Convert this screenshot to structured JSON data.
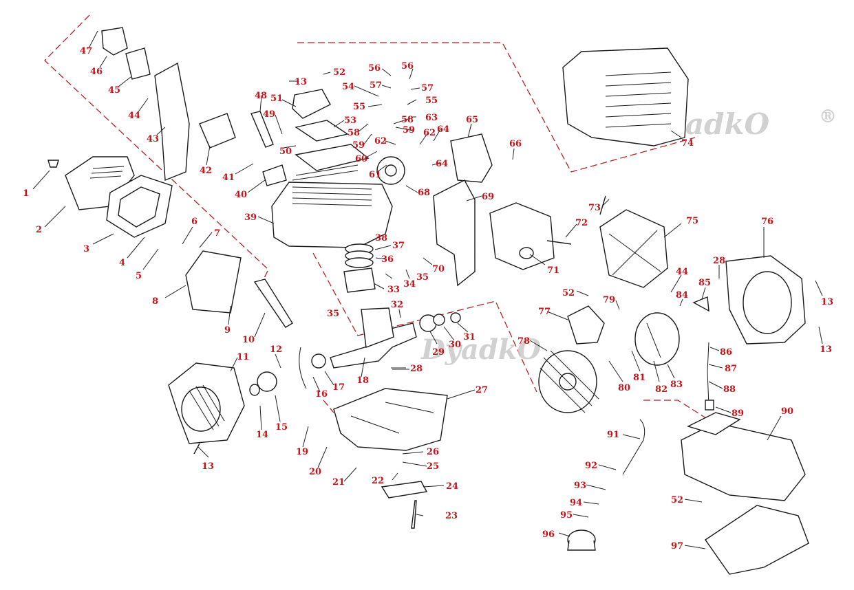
{
  "watermarks": [
    "DyadkO",
    "DyadkO"
  ],
  "registered_mark": "®",
  "labels": [
    "1",
    "2",
    "3",
    "4",
    "5",
    "6",
    "7",
    "8",
    "9",
    "10",
    "11",
    "12",
    "13",
    "13",
    "13",
    "13",
    "14",
    "15",
    "16",
    "17",
    "18",
    "19",
    "20",
    "21",
    "22",
    "23",
    "24",
    "25",
    "26",
    "27",
    "28",
    "28",
    "29",
    "30",
    "31",
    "32",
    "33",
    "34",
    "35",
    "35",
    "36",
    "37",
    "38",
    "39",
    "40",
    "41",
    "42",
    "43",
    "44",
    "44",
    "45",
    "46",
    "47",
    "48",
    "49",
    "50",
    "51",
    "52",
    "52",
    "52",
    "53",
    "54",
    "55",
    "55",
    "56",
    "56",
    "57",
    "57",
    "58",
    "58",
    "59",
    "59",
    "60",
    "61",
    "62",
    "62",
    "63",
    "64",
    "64",
    "65",
    "66",
    "68",
    "69",
    "70",
    "71",
    "72",
    "73",
    "74",
    "75",
    "76",
    "77",
    "78",
    "79",
    "80",
    "81",
    "82",
    "83",
    "84",
    "85",
    "86",
    "87",
    "88",
    "89",
    "90",
    "91",
    "92",
    "93",
    "94",
    "95",
    "96",
    "97"
  ],
  "colors": {
    "label": "#c0161b",
    "dashed_group_line": "#b22222",
    "watermark": "#c9c9c9",
    "line_art": "#1a1a1a"
  }
}
